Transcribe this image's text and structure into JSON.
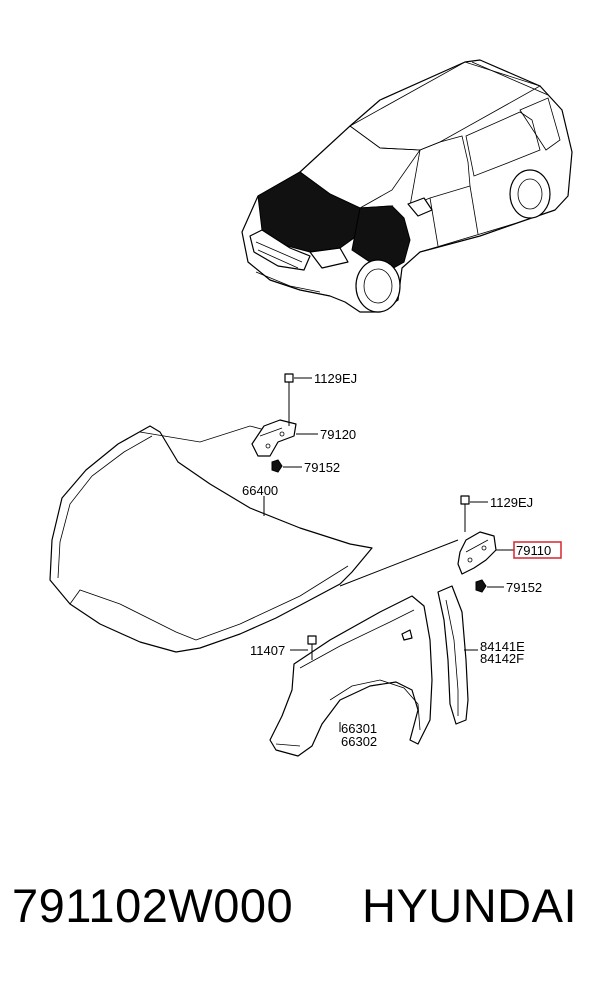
{
  "callouts": {
    "bolt_top_left": "1129EJ",
    "hinge_left": "79120",
    "nut_left": "79152",
    "hood": "66400",
    "bolt_top_right": "1129EJ",
    "hinge_right": "79110",
    "nut_right": "79152",
    "bolt_fender": "11407",
    "fender_seal_1": "84141E",
    "fender_seal_2": "84142F",
    "fender_1": "66301",
    "fender_2": "66302"
  },
  "highlight_color": "#d7262e",
  "footer": {
    "part_number": "791102W000",
    "brand": "HYUNDAI"
  }
}
